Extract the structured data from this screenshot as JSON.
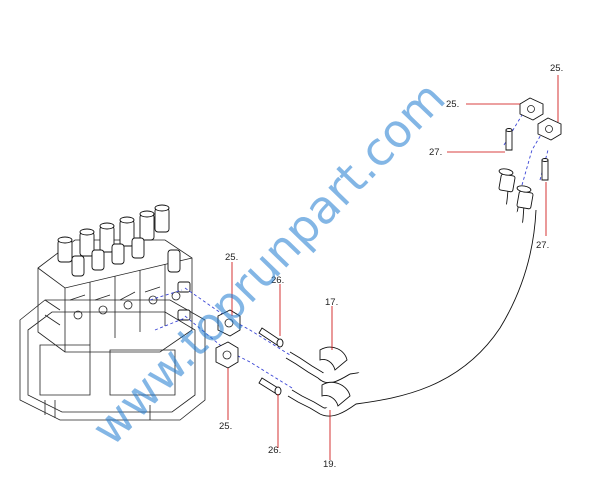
{
  "watermark": {
    "text": "www.toprunpart.com",
    "color": "#1f7bd1"
  },
  "callouts": {
    "c25_top_a": "25.",
    "c25_top_b": "25.",
    "c27_top": "27.",
    "c27_right": "27.",
    "c25_left_top": "25.",
    "c26_top": "26.",
    "c17": "17.",
    "c25_left_bottom": "25.",
    "c26_bottom": "26.",
    "c19": "19."
  },
  "colors": {
    "leader": "#cc0000",
    "hidden_line": "#3b46d6"
  }
}
